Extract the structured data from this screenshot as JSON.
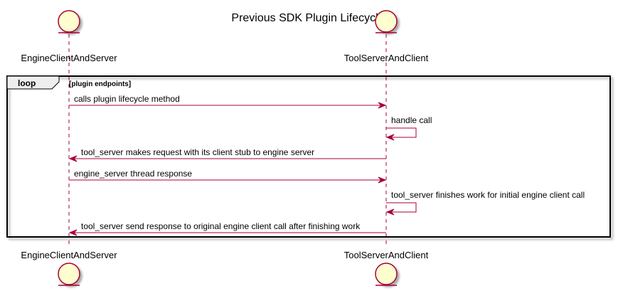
{
  "diagram": {
    "title": "Previous SDK Plugin Lifecycle",
    "participants": [
      {
        "id": "engine",
        "label": "EngineClientAndServer"
      },
      {
        "id": "tool",
        "label": "ToolServerAndClient"
      }
    ],
    "loop": {
      "keyword": "loop",
      "condition": "[plugin endpoints]"
    },
    "messages": [
      {
        "from": "engine",
        "to": "tool",
        "label": "calls plugin lifecycle method"
      },
      {
        "from": "tool",
        "to": "tool",
        "label": "handle call"
      },
      {
        "from": "tool",
        "to": "engine",
        "label": "tool_server makes request with its client stub to engine server"
      },
      {
        "from": "engine",
        "to": "tool",
        "label": "engine_server thread response"
      },
      {
        "from": "tool",
        "to": "tool",
        "label": "tool_server finishes work for initial engine client call"
      },
      {
        "from": "tool",
        "to": "engine",
        "label": "tool_server send response to original engine client call after finishing work"
      }
    ],
    "colors": {
      "arrow": "#a80036",
      "actor_fill": "#fefece",
      "actor_stroke": "#a80036",
      "frame_stroke": "#000000",
      "tab_fill": "#eeeeee"
    }
  }
}
